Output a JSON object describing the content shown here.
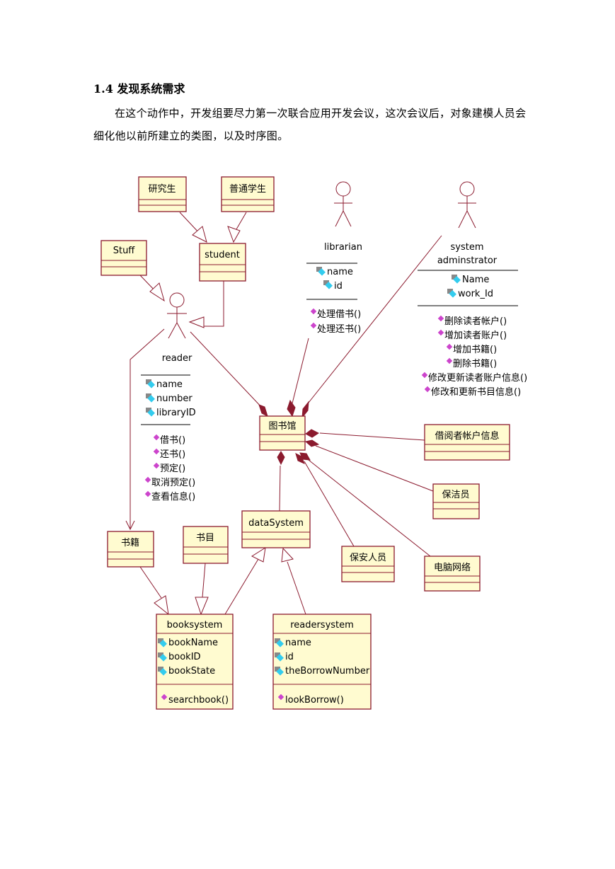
{
  "section": {
    "heading": "1.4 发现系统需求",
    "paragraph": "在这个动作中，开发组要尽力第一次联合应用开发会议，这次会议后，对象建模人员会细化他以前所建立的类图，以及时序图。"
  },
  "classes": {
    "yanjiusheng": "研究生",
    "putongxuesheng": "普通学生",
    "student": "student",
    "stuff": "Stuff",
    "library": "图书馆",
    "borrower_account": "借阅者帐户信息",
    "cleaner": "保洁员",
    "security": "保安人员",
    "network": "电脑网络",
    "books": "书籍",
    "catalog": "书目",
    "datasystem": "dataSystem",
    "booksystem": {
      "name": "booksystem",
      "attrs": [
        "bookName",
        "bookID",
        "bookState"
      ],
      "ops": [
        "searchbook()"
      ]
    },
    "readersystem": {
      "name": "readersystem",
      "attrs": [
        "name",
        "id",
        "theBorrowNumber"
      ],
      "ops": [
        "lookBorrow()"
      ]
    }
  },
  "actors": {
    "librarian": {
      "name": "librarian",
      "attrs": [
        "name",
        "id"
      ],
      "ops": [
        "处理借书()",
        "处理还书()"
      ]
    },
    "sysadmin": {
      "name_line1": "system",
      "name_line2": "adminstrator",
      "attrs": [
        "Name",
        "work_Id"
      ],
      "ops": [
        "删除读者帐户()",
        "增加读者账户()",
        "增加书籍()",
        "删除书籍()",
        "修改更新读者账户信息()",
        "修改和更新书目信息()"
      ]
    },
    "reader": {
      "name": "reader",
      "attrs": [
        "name",
        "number",
        "libraryID"
      ],
      "ops": [
        "借书()",
        "还书()",
        "预定()",
        "取消预定()",
        "查看信息()"
      ]
    }
  },
  "colors": {
    "line": "#8b1a2e",
    "box_fill": "#fffbd0"
  }
}
